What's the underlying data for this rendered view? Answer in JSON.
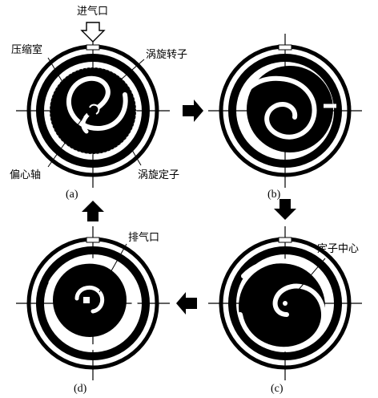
{
  "labels": {
    "inlet": "进气口",
    "compression_chamber": "压缩室",
    "orbiting_scroll": "涡旋转子",
    "eccentric_shaft": "偏心轴",
    "fixed_scroll": "涡旋定子",
    "outlet": "排气口",
    "stator_center": "定子中心"
  },
  "captions": {
    "a": "(a)",
    "b": "(b)",
    "c": "(c)",
    "d": "(d)"
  },
  "colors": {
    "ink": "#000000",
    "paper": "#ffffff"
  },
  "icons": [
    "arrow-right-icon",
    "arrow-down-icon",
    "arrow-left-icon",
    "arrow-up-icon",
    "inlet-arrow-icon"
  ]
}
